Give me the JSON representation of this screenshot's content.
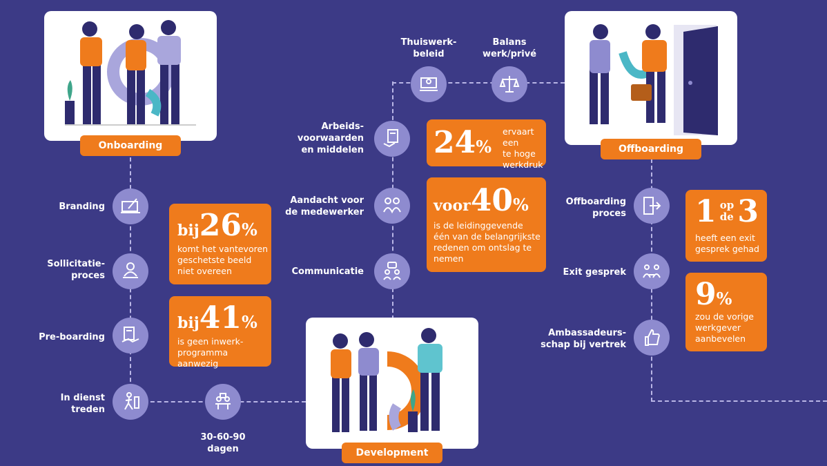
{
  "phases": {
    "onboarding": "Onboarding",
    "development": "Development",
    "offboarding": "Offboarding"
  },
  "onboarding_steps": [
    {
      "label": "Branding",
      "icon": "design-tablet-icon"
    },
    {
      "label": "Sollicitatie-\nproces",
      "icon": "interview-icon"
    },
    {
      "label": "Pre-boarding",
      "icon": "handshake-document-icon"
    },
    {
      "label": "In dienst\ntreden",
      "icon": "walking-person-icon"
    }
  ],
  "bridge_step": {
    "label": "30-60-90\ndagen",
    "icon": "meeting-table-icon"
  },
  "development_steps": [
    {
      "label": "Communicatie",
      "icon": "chat-people-icon"
    },
    {
      "label": "Aandacht voor\nde medewerker",
      "icon": "conversation-icon"
    },
    {
      "label": "Arbeids-\nvoorwaarden\nen middelen",
      "icon": "contract-icon"
    },
    {
      "label": "Thuiswerk-\nbeleid",
      "icon": "home-office-icon"
    },
    {
      "label": "Balans\nwerk/privé",
      "icon": "balance-scale-icon"
    }
  ],
  "offboarding_steps": [
    {
      "label": "Offboarding\nproces",
      "icon": "exit-door-icon"
    },
    {
      "label": "Exit gesprek",
      "icon": "exit-talk-icon"
    },
    {
      "label": "Ambassadeurs-\nschap bij vertrek",
      "icon": "thumbs-up-icon"
    }
  ],
  "stats": {
    "s26": {
      "pre": "bij",
      "num": "26",
      "pct": "%",
      "text": "komt het vantevoren\ngeschetste beeld\nniet overeen"
    },
    "s41": {
      "pre": "bij",
      "num": "41",
      "pct": "%",
      "text": "is geen inwerk-\nprogramma aanwezig"
    },
    "s24": {
      "num": "24",
      "pct": "%",
      "text": "ervaart een\nte hoge\nwerkdruk"
    },
    "s40": {
      "pre": "voor",
      "num": "40",
      "pct": "%",
      "text": "is de leidinggevende\néén van de belangrijkste\nredenen om ontslag te\nnemen"
    },
    "s1op3": {
      "num1": "1",
      "op": "op",
      "de": "de",
      "num2": "3",
      "text": "heeft een exit\ngesprek gehad"
    },
    "s9": {
      "num": "9",
      "pct": "%",
      "text": "zou de vorige\nwerkgever\naanbevelen"
    }
  },
  "colors": {
    "background": "#3c3a86",
    "accent": "#ef7b1c",
    "node": "#8e8bcf",
    "navy": "#2e2b6e"
  }
}
